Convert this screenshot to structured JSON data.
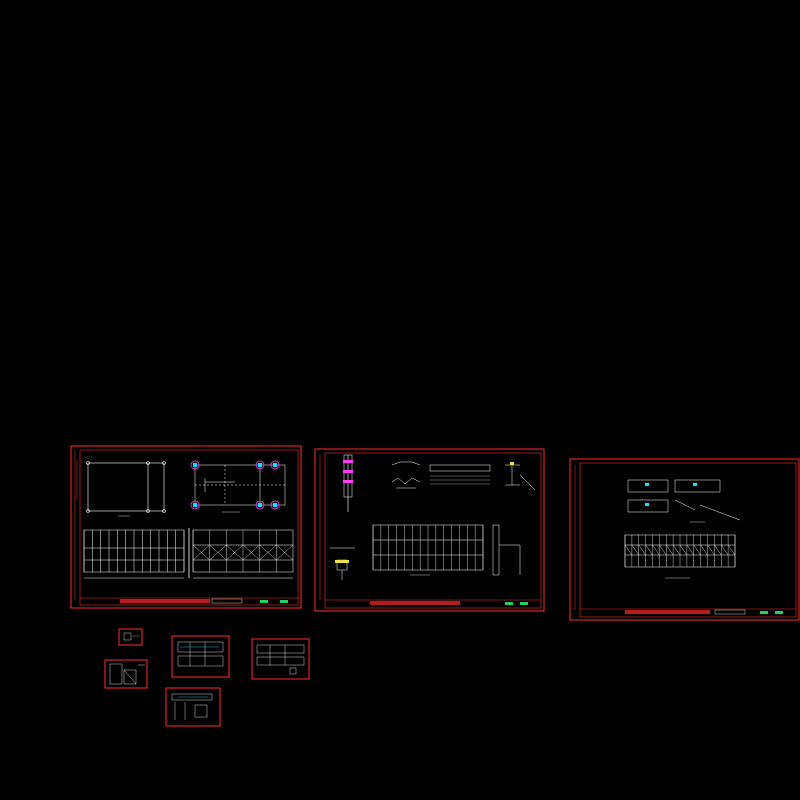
{
  "colors": {
    "background": "#000000",
    "frame": "#ff2a2a",
    "line": "#ffffff",
    "accent": "#00e5ff",
    "magenta": "#ff3cff",
    "green": "#20d060",
    "yellow": "#f0e040"
  },
  "sheets": [
    {
      "id": "sheet-1",
      "kind": "plan-and-elevation"
    },
    {
      "id": "sheet-2",
      "kind": "sections-and-details"
    },
    {
      "id": "sheet-3",
      "kind": "truss-details"
    }
  ],
  "thumbnails": [
    {
      "id": "thumb-1"
    },
    {
      "id": "thumb-2"
    },
    {
      "id": "thumb-3"
    },
    {
      "id": "thumb-4"
    },
    {
      "id": "thumb-5"
    }
  ]
}
